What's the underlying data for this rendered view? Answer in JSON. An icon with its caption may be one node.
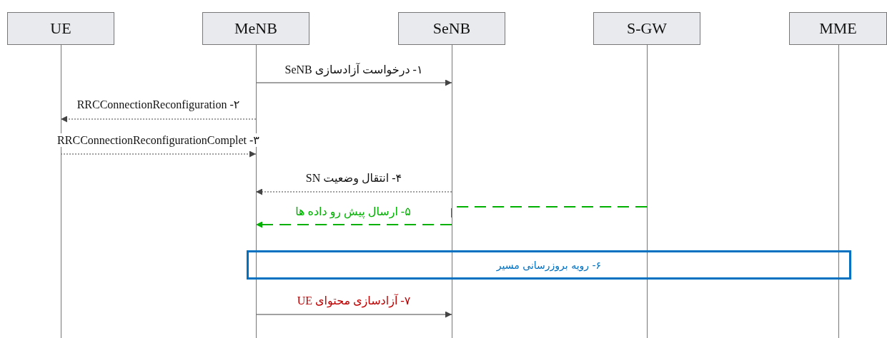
{
  "diagram": {
    "nodes": [
      {
        "text": [
          "UE"
        ]
      },
      {
        "text": [
          "MeNB"
        ]
      },
      {
        "text": [
          "SeNB"
        ]
      },
      {
        "text": [
          "S-GW"
        ]
      },
      {
        "text": [
          "MME"
        ]
      },
      {
        "text": [
          "۶- رویه بروزرسانی مسیر"
        ]
      }
    ],
    "edges": [
      {
        "from": 1,
        "to": 2,
        "arrow": "to",
        "label": "۱- درخواست آزادسازی SeNB"
      },
      {
        "from": 1,
        "to": 0,
        "arrow": "to",
        "label": "۲- RRCConnectionReconfiguration",
        "style": "dashed"
      },
      {
        "from": 0,
        "to": 1,
        "arrow": "to",
        "label": "۳- RRCConnectionReconfigurationComplet",
        "style": "dashed"
      },
      {
        "from": 2,
        "to": 1,
        "arrow": "to",
        "label": "۴- انتقال وضعیت SN",
        "style": "dashed"
      },
      {
        "from": 3,
        "to": 2,
        "arrow": "none",
        "style": "dashed",
        "color": "#00b000"
      },
      {
        "from": 2,
        "to": 1,
        "arrow": "to",
        "label": "۵- ارسال پیش رو داده ها",
        "style": "dashed",
        "color": "#00b000"
      },
      {
        "from": 1,
        "to": 2,
        "arrow": "to",
        "label": "۷- آزادسازی محتوای UE"
      }
    ]
  }
}
